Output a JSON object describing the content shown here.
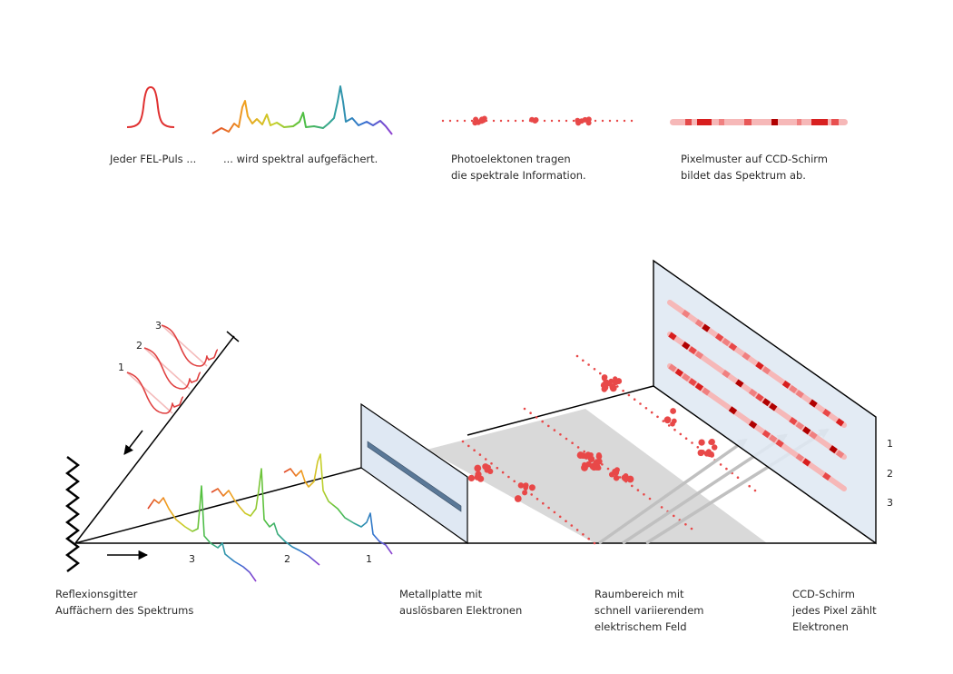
{
  "legend": {
    "pulse": "Jeder FEL-Puls ...",
    "spread": "... wird spektral aufgefächert.",
    "electrons": [
      "Photoelektonen tragen",
      "die spektrale Information."
    ],
    "pixels": [
      "Pixelmuster auf CCD-Schirm",
      "bildet das Spektrum ab."
    ]
  },
  "labels": {
    "grating": [
      "Reflexionsgitter",
      "Auffächern des Spektrums"
    ],
    "plate": [
      "Metallplatte mit",
      "auslösbaren Elektronen"
    ],
    "field": [
      "Raumbereich mit",
      "schnell variierendem",
      "elektrischem Feld"
    ],
    "screen": [
      "CCD-Schirm",
      "jedes Pixel zählt",
      "Elektronen"
    ]
  },
  "pulse_numbers": [
    "1",
    "2",
    "3"
  ],
  "spectrum_numbers": [
    "3",
    "2",
    "1"
  ],
  "screen_numbers": [
    "1",
    "2",
    "3"
  ],
  "colors": {
    "pulse": "#e03030",
    "electron": "#e84848",
    "field": "#d9d9d9",
    "plate": "#c9d9e8",
    "screen": "#dfe8f3"
  }
}
